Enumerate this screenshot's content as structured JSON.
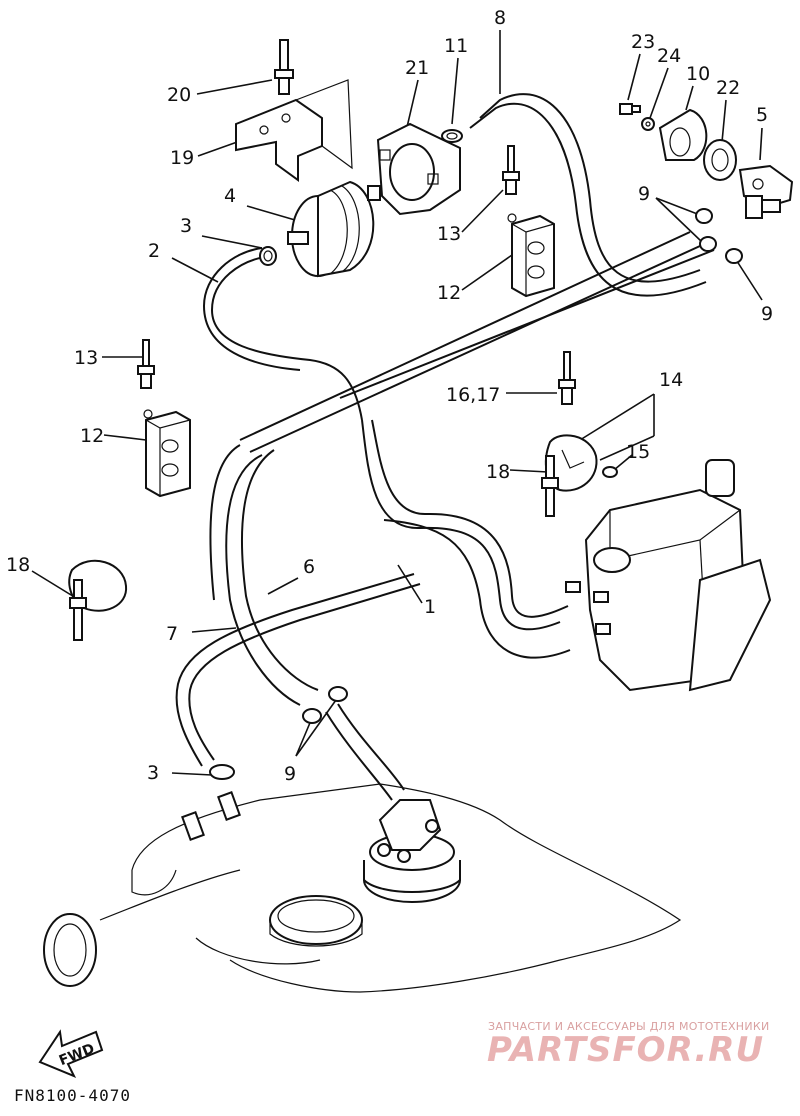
{
  "diagram_code": "FN8100-4070",
  "direction_marker": "FWD",
  "watermark": {
    "tagline": "ЗАПЧАСТИ И АКСЕССУАРЫ ДЛЯ МОТОТЕХНИКИ",
    "brand": "PARTSFOR.RU"
  },
  "callouts": [
    {
      "id": "c20",
      "text": "20"
    },
    {
      "id": "c19",
      "text": "19"
    },
    {
      "id": "c21",
      "text": "21"
    },
    {
      "id": "c11",
      "text": "11"
    },
    {
      "id": "c8",
      "text": "8"
    },
    {
      "id": "c23",
      "text": "23"
    },
    {
      "id": "c24",
      "text": "24"
    },
    {
      "id": "c10",
      "text": "10"
    },
    {
      "id": "c22",
      "text": "22"
    },
    {
      "id": "c5",
      "text": "5"
    },
    {
      "id": "c4",
      "text": "4"
    },
    {
      "id": "c3a",
      "text": "3"
    },
    {
      "id": "c2",
      "text": "2"
    },
    {
      "id": "c13a",
      "text": "13"
    },
    {
      "id": "c12a",
      "text": "12"
    },
    {
      "id": "c9a",
      "text": "9"
    },
    {
      "id": "c9b",
      "text": "9"
    },
    {
      "id": "c13b",
      "text": "13"
    },
    {
      "id": "c12b",
      "text": "12"
    },
    {
      "id": "c14",
      "text": "14"
    },
    {
      "id": "c1617",
      "text": "16,17"
    },
    {
      "id": "c15",
      "text": "15"
    },
    {
      "id": "c18a",
      "text": "18"
    },
    {
      "id": "c18b",
      "text": "18"
    },
    {
      "id": "c6",
      "text": "6"
    },
    {
      "id": "c1",
      "text": "1"
    },
    {
      "id": "c7",
      "text": "7"
    },
    {
      "id": "c3b",
      "text": "3"
    },
    {
      "id": "c9c",
      "text": "9"
    }
  ]
}
